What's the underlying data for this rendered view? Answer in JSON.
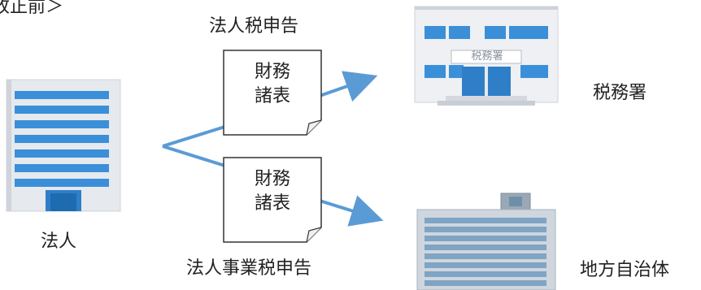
{
  "header": {
    "text": "改正前＞"
  },
  "labels": {
    "corporation": "法人",
    "tax_office": "税務署",
    "local_government": "地方自治体",
    "corp_tax_filing": "法人税申告",
    "corp_business_tax_filing": "法人事業税申告",
    "tax_office_sign": "税務署"
  },
  "documents": [
    {
      "line1": "財務",
      "line2": "諸表"
    },
    {
      "line1": "財務",
      "line2": "諸表"
    }
  ],
  "colors": {
    "arrow": "#5b9bd5",
    "building_blue": "#3b8fd9",
    "building_gray": "#dfe3e8",
    "doc_border": "#333333"
  }
}
